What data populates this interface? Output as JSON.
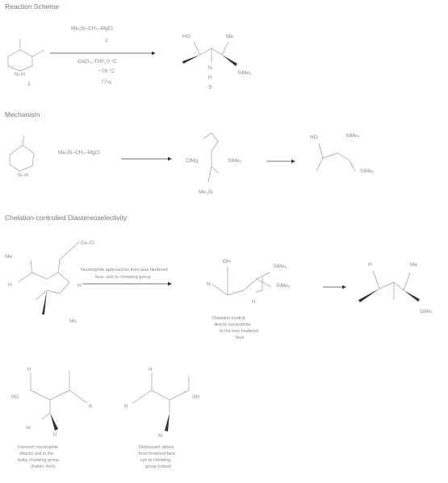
{
  "sections": {
    "reaction_scheme": "Reaction Scheme",
    "mechanism": "Mechanism",
    "chelation": "Chelation-controlled Diastereoselectivity"
  },
  "scheme1": {
    "reagent_above": "Me₃Si–CH₂–MgCl",
    "reagent_num": "2",
    "conditions_1": "CeCl₃, THF, 0 °C",
    "conditions_2": "−78 °C",
    "yield": "77%",
    "sm_label": "N–H",
    "sm_number": "1",
    "product_tl": "HO",
    "product_tr": "Me",
    "product_br": "SiMe₃",
    "product_n": "N",
    "product_h": "H",
    "product_number": "3"
  },
  "mechanism": {
    "reagent": "Me₃Si–CH₂–MgCl",
    "nh": "N–H",
    "int_left": "ClMg",
    "int_right": "SiMe₃",
    "int_bottom": "Me₃Si",
    "prod_tl": "HO",
    "prod_tr": "SiMe₃",
    "prod_br": "SiMe₃"
  },
  "chelation": {
    "me_label": "Me",
    "cat_label": "Ce–Cl",
    "h_label": "H",
    "ms_label": "Ms",
    "arrow_text_1": "Nucleophile approaches from less hindered",
    "arrow_text_2": "face, anti to chelating group",
    "int_top": "OH",
    "int_tr": "SiMe₃",
    "int_mid": "SiMe₃",
    "int_left": "N",
    "int_h": "H",
    "caption_1": "Chelation control",
    "caption_2": "directs nucleophile",
    "caption_3": "to the less hindered",
    "caption_4": "face",
    "prod_tl": "H",
    "prod_tr": "Me",
    "prod_br": "SiMe₃",
    "ts_a_ho": "HO",
    "ts_a_h": "H",
    "ts_a_r": "R",
    "ts_a_ar": "Ar",
    "ts_a_me": "H",
    "ts_b_r": "R",
    "ts_b_h": "H",
    "ts_b_ar": "Ar",
    "ts_b_oh": "OH",
    "cap_a_1": "Favored: nucleophile",
    "cap_a_2": "attacks anti to the",
    "cap_a_3": "bulky chelating group",
    "cap_a_4": "(Felkin–Anh)",
    "cap_b_1": "Disfavored: attack",
    "cap_b_2": "from hindered face",
    "cap_b_3": "syn to chelating",
    "cap_b_4": "group (minor)"
  }
}
